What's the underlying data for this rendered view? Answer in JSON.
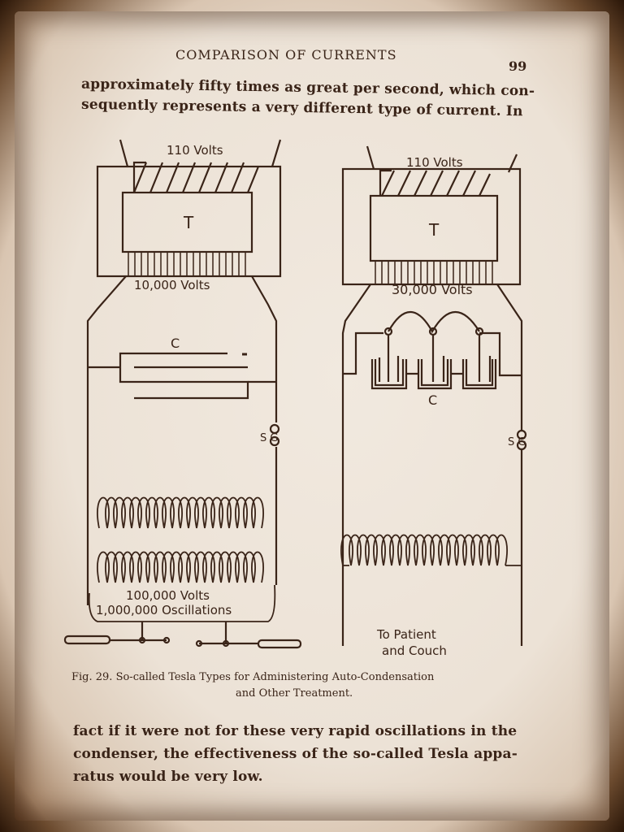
{
  "header": {
    "running_title": "COMPARISON OF CURRENTS",
    "page_number": "99"
  },
  "top_text": [
    "approximately fifty times as great per second, which con-",
    "sequently represents a very different type of current.  In"
  ],
  "figure": {
    "left": {
      "input_label": "110 Volts",
      "transformer_label": "T",
      "secondary_label": "10,000 Volts",
      "condenser_label": "C",
      "spark_gap_label": "S G",
      "output_voltage": "100,000 Volts",
      "output_oscillations": "1,000,000 Oscillations"
    },
    "right": {
      "input_label": "110 Volts",
      "transformer_label": "T",
      "secondary_label": "30,000 Volts",
      "condenser_label": "C",
      "spark_gap_label": "S G",
      "output_line1": "To Patient",
      "output_line2": "and Couch"
    },
    "caption_line1": "Fig. 29.   So-called Tesla Types for Administering Auto-Condensation",
    "caption_line2": "and Other Treatment."
  },
  "bottom_text": [
    "fact if it were not for these very rapid oscillations in the",
    "condenser, the effectiveness of the so-called Tesla appa-",
    "ratus would be very low."
  ],
  "colors": {
    "ink": "#3a2418",
    "paper": "#ece2d6",
    "border": "#2a1608"
  }
}
